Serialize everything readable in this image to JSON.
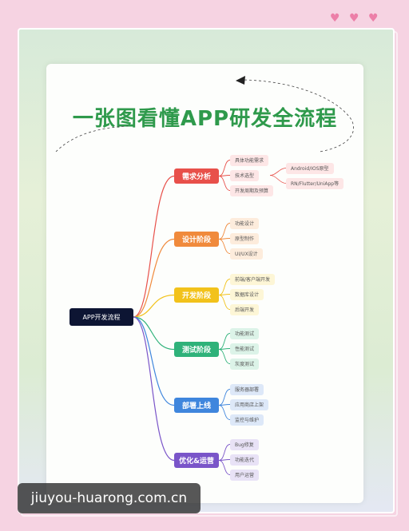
{
  "title": "一张图看懂APP研发全流程",
  "root": "APP开发流程",
  "stages": [
    {
      "label": "需求分析",
      "color": "#e8504a",
      "leaf_bg": "#fde6e6",
      "items": [
        "具体功能需求",
        "技术选型",
        "开发周期及预算"
      ],
      "sub": [
        "Android/IOS原型",
        "RN/Flutter/UniApp等"
      ]
    },
    {
      "label": "设计阶段",
      "color": "#f08a3c",
      "leaf_bg": "#fdecdc",
      "items": [
        "功能设计",
        "原型制作",
        "UI/UX设计"
      ]
    },
    {
      "label": "开发阶段",
      "color": "#f2c21b",
      "leaf_bg": "#fdf6d6",
      "items": [
        "前端/客户端开发",
        "数据库设计",
        "后端开发"
      ]
    },
    {
      "label": "测试阶段",
      "color": "#2fb27a",
      "leaf_bg": "#dcf3e8",
      "items": [
        "功能测试",
        "性能测试",
        "灰度测试"
      ]
    },
    {
      "label": "部署上线",
      "color": "#3f86dd",
      "leaf_bg": "#dde8f8",
      "items": [
        "服务器部署",
        "应用商店上架",
        "监控与维护"
      ]
    },
    {
      "label": "优化&运营",
      "color": "#7a55c9",
      "leaf_bg": "#e8e2f6",
      "items": [
        "Bug修复",
        "功能迭代",
        "用户运营"
      ]
    }
  ],
  "watermark": "jiuyou-huarong.com.cn"
}
